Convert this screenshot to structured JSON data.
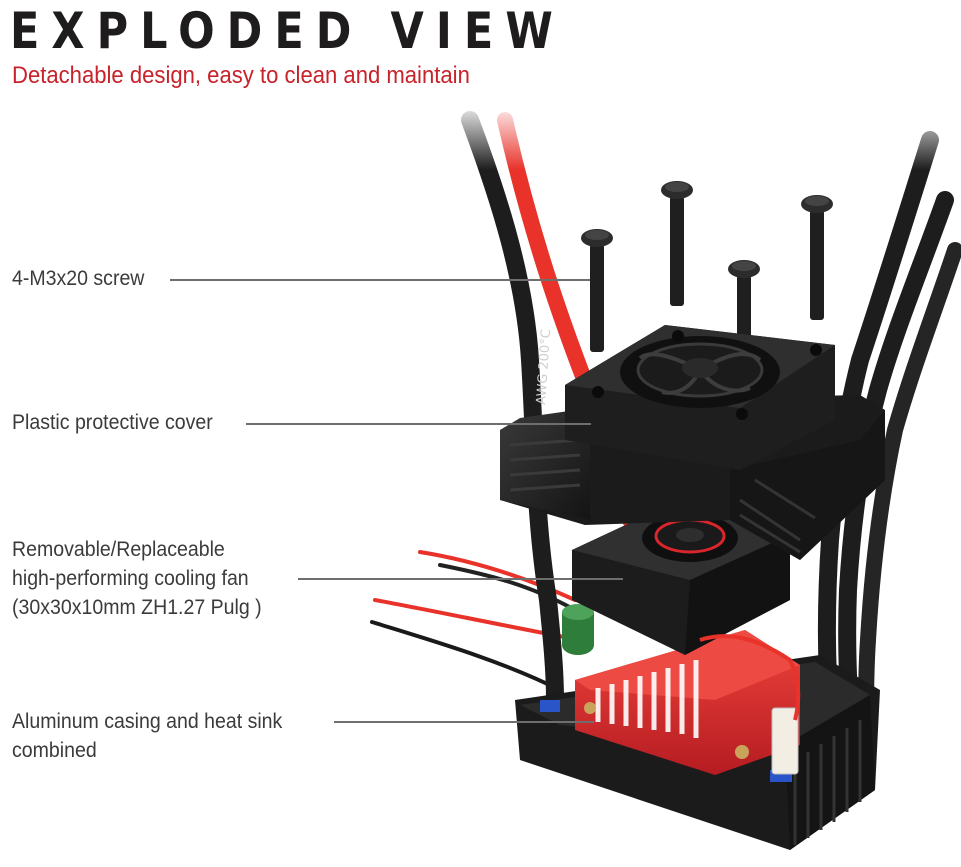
{
  "header": {
    "title": "EXPLODED VIEW",
    "subtitle": "Detachable design, easy to clean and maintain"
  },
  "callouts": [
    {
      "lines": [
        "4-M3x20 screw"
      ]
    },
    {
      "lines": [
        "Plastic protective cover"
      ]
    },
    {
      "lines": [
        "Removable/Replaceable",
        "high-performing cooling fan",
        "(30x30x10mm ZH1.27 Pulg )"
      ]
    },
    {
      "lines": [
        "Aluminum casing and heat sink",
        "combined"
      ]
    }
  ],
  "product_markings": {
    "cable_print": "AWG 200°C"
  },
  "colors": {
    "title": "#1e1c1c",
    "subtitle": "#c8222a",
    "callout_text": "#3b3b3b",
    "leader_line": "#6e6e6e",
    "heat_sink": "#d8262c",
    "plastic": "#2a2a2a",
    "red_wire": "#e8322a"
  }
}
